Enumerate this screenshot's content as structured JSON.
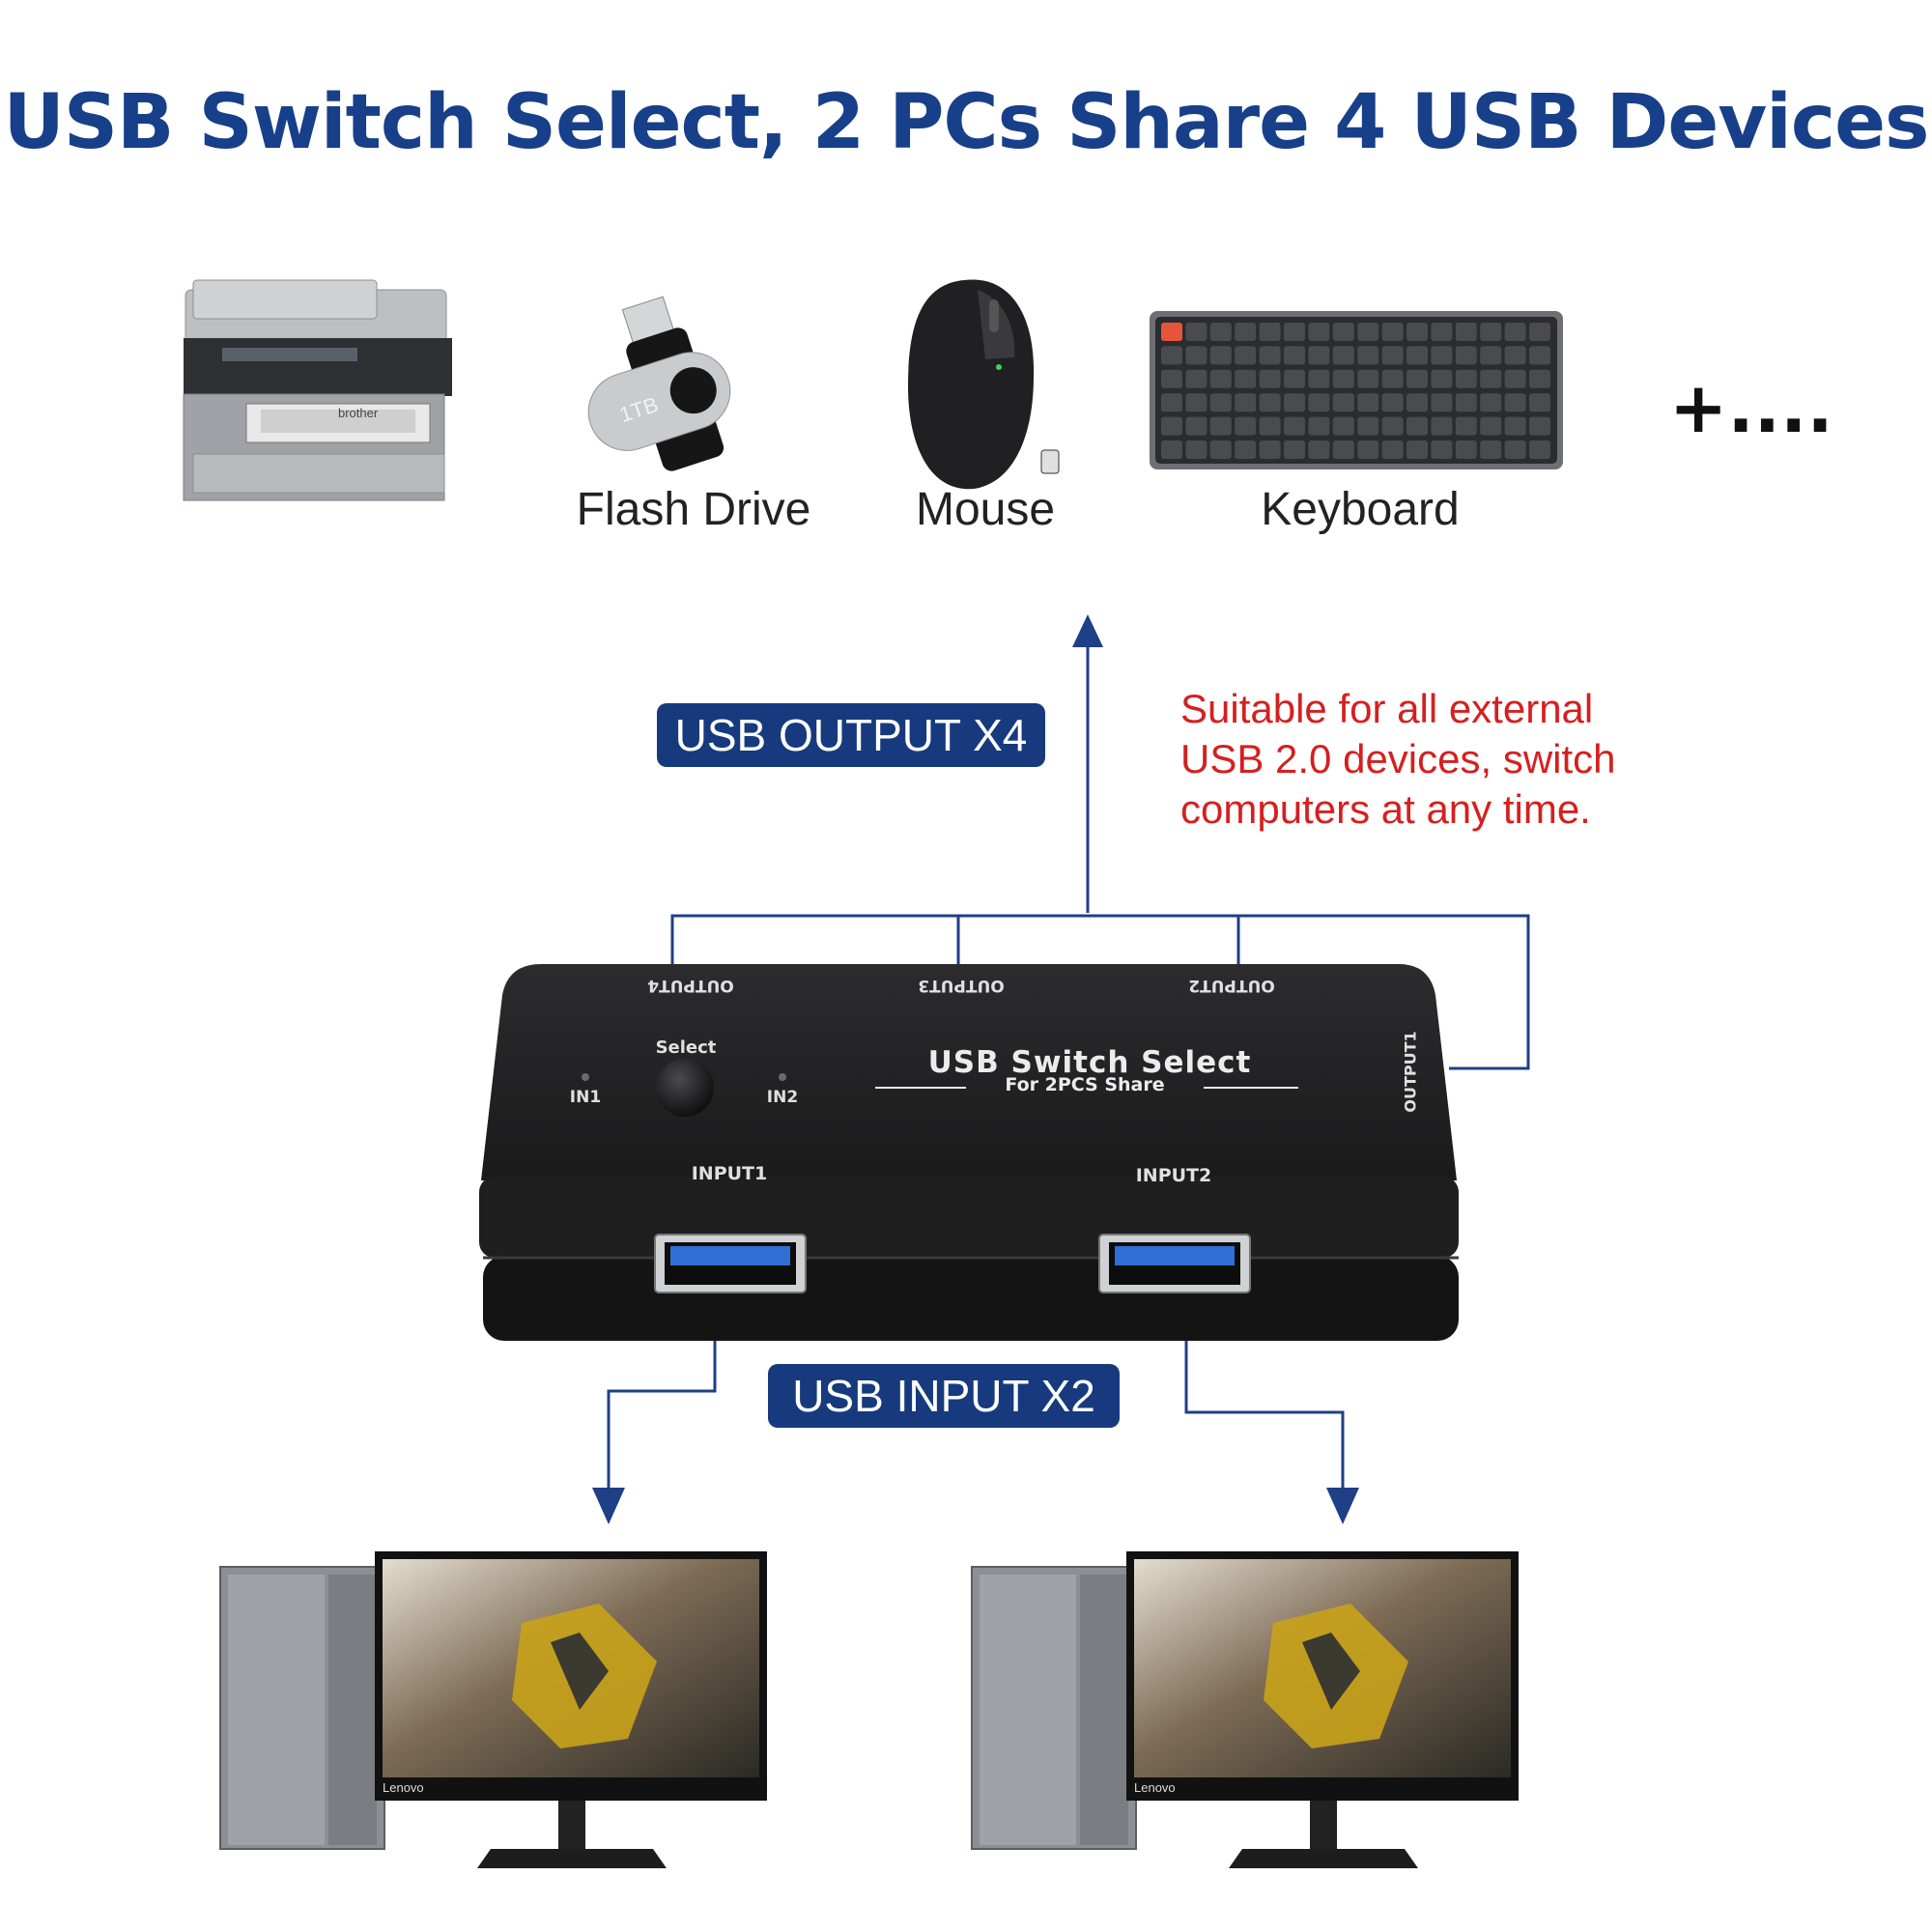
{
  "title": "USB Switch Select, 2 PCs Share 4 USB Devices",
  "devices": {
    "flash_drive_label": "Flash Drive",
    "mouse_label": "Mouse",
    "keyboard_label": "Keyboard",
    "more_label": "+....",
    "flash_capacity": "1TB",
    "printer_brand": "brother"
  },
  "badges": {
    "output": "USB OUTPUT X4",
    "input": "USB INPUT X2"
  },
  "note_lines": [
    "Suitable for all external",
    "USB 2.0 devices, switch",
    "computers at any time."
  ],
  "switch_box": {
    "name": "USB Switch Select",
    "sub": "For 2PCS Share",
    "select_label": "Select",
    "in1": "IN1",
    "in2": "IN2",
    "input1": "INPUT1",
    "input2": "INPUT2",
    "output1": "OUTPUT1",
    "output2": "OUTPUT2",
    "output3": "OUTPUT3",
    "output4": "OUTPUT4"
  },
  "monitor_brand": "Lenovo",
  "colors": {
    "title_blue": "#173f8a",
    "badge_blue": "#163a7d",
    "line_blue": "#1f3f86",
    "note_red": "#d42020",
    "device_black": "#1b1b1b",
    "port_blue": "#2f6fd6"
  }
}
